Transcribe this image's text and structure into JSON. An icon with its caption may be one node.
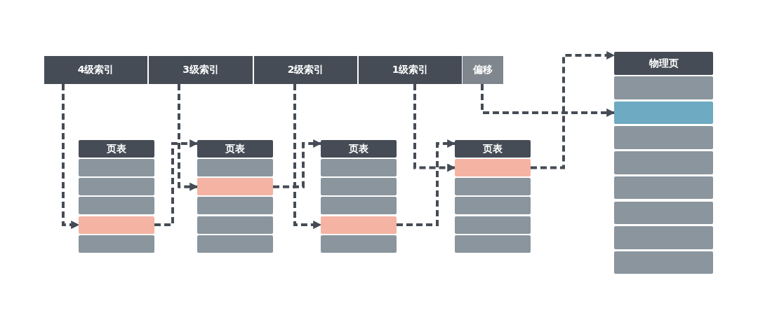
{
  "diagram": {
    "nodes": [
      {
        "text": [
          "4级索引"
        ]
      },
      {
        "text": [
          "3级索引"
        ]
      },
      {
        "text": [
          "2级索引"
        ]
      },
      {
        "text": [
          "1级索引"
        ]
      },
      {
        "text": [
          "偏移"
        ]
      },
      {
        "text": [
          "页表"
        ]
      },
      {
        "text": [],
        "shape": "box"
      },
      {
        "text": [],
        "shape": "box"
      },
      {
        "text": [],
        "shape": "box"
      },
      {
        "text": [],
        "shape": "box"
      },
      {
        "text": [],
        "shape": "box"
      },
      {
        "text": [
          "页表"
        ]
      },
      {
        "text": [],
        "shape": "box"
      },
      {
        "text": [],
        "shape": "box"
      },
      {
        "text": [],
        "shape": "box"
      },
      {
        "text": [],
        "shape": "box"
      },
      {
        "text": [],
        "shape": "box"
      },
      {
        "text": [
          "页表"
        ]
      },
      {
        "text": [],
        "shape": "box"
      },
      {
        "text": [],
        "shape": "box"
      },
      {
        "text": [],
        "shape": "box"
      },
      {
        "text": [],
        "shape": "box"
      },
      {
        "text": [],
        "shape": "box"
      },
      {
        "text": [
          "页表"
        ]
      },
      {
        "text": [],
        "shape": "box"
      },
      {
        "text": [],
        "shape": "box"
      },
      {
        "text": [],
        "shape": "box"
      },
      {
        "text": [],
        "shape": "box"
      },
      {
        "text": [],
        "shape": "box"
      },
      {
        "text": [
          "物理页"
        ]
      },
      {
        "text": [],
        "shape": "box"
      },
      {
        "text": [],
        "shape": "box"
      },
      {
        "text": [],
        "shape": "box"
      },
      {
        "text": [],
        "shape": "box"
      },
      {
        "text": [],
        "shape": "box"
      },
      {
        "text": [],
        "shape": "box"
      },
      {
        "text": [],
        "shape": "box"
      },
      {
        "text": [],
        "shape": "box"
      }
    ],
    "edges": [
      {
        "from": 0,
        "to": 9,
        "arrow": "to",
        "style": "dashed"
      },
      {
        "from": 9,
        "to": 11,
        "arrow": "to",
        "style": "dashed"
      },
      {
        "from": 1,
        "to": 13,
        "arrow": "to",
        "style": "dashed"
      },
      {
        "from": 13,
        "to": 17,
        "arrow": "to",
        "style": "dashed"
      },
      {
        "from": 2,
        "to": 21,
        "arrow": "to",
        "style": "dashed"
      },
      {
        "from": 21,
        "to": 23,
        "arrow": "to",
        "style": "dashed"
      },
      {
        "from": 3,
        "to": 24,
        "arrow": "to",
        "style": "dashed"
      },
      {
        "from": 24,
        "to": 29,
        "arrow": "to",
        "style": "dashed"
      },
      {
        "from": 4,
        "to": 31,
        "arrow": "to",
        "style": "dashed"
      }
    ]
  }
}
